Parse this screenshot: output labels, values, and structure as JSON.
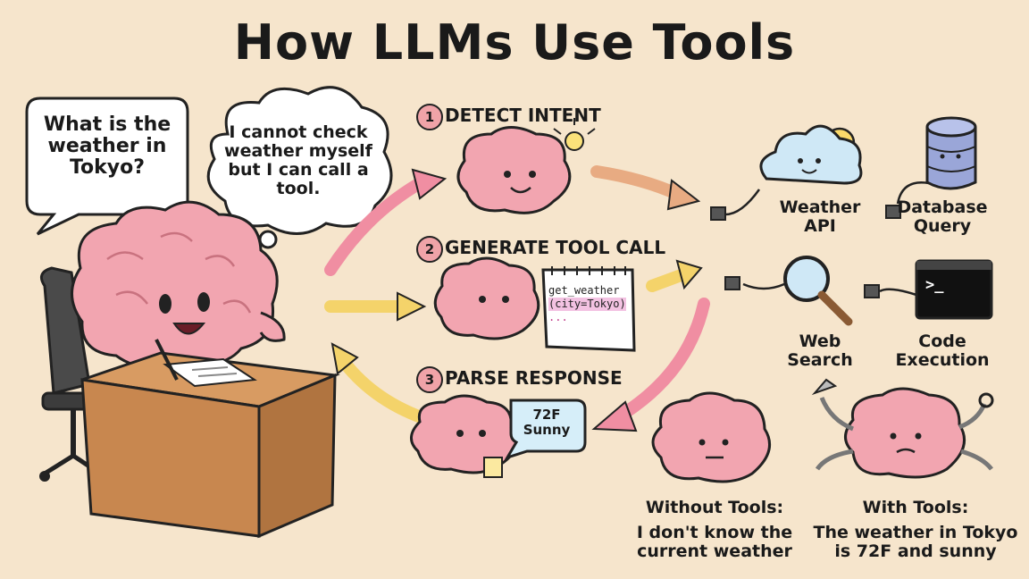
{
  "title": "How LLMs Use Tools",
  "user_question": "What is the weather in Tokyo?",
  "llm_thought": "I cannot check weather myself but I can call a tool.",
  "steps": [
    {
      "number": "1",
      "label": "DETECT INTENT"
    },
    {
      "number": "2",
      "label": "GENERATE TOOL CALL"
    },
    {
      "number": "3",
      "label": "PARSE RESPONSE"
    }
  ],
  "tool_call": {
    "line1": "get_weather",
    "line2": "(city=Tokyo)",
    "line3": "..."
  },
  "response": "72F Sunny",
  "tools": [
    {
      "label": "Weather API"
    },
    {
      "label": "Database Query"
    },
    {
      "label": "Web Search"
    },
    {
      "label": "Code Execution"
    }
  ],
  "terminal_prompt": ">_",
  "without_tools": {
    "heading": "Without Tools:",
    "text": "I don't know the current weather"
  },
  "with_tools": {
    "heading": "With Tools:",
    "text": "The weather in Tokyo is 72F and sunny"
  },
  "colors": {
    "background": "#f6e5cc",
    "brain": "#f2a5b0",
    "arrow_pink": "#f08ea2",
    "arrow_yellow": "#f4d36a",
    "arrow_orange": "#e8ab82",
    "cloud": "#cfe8f6",
    "database": "#9aa6d8",
    "desk": "#c8874f"
  }
}
